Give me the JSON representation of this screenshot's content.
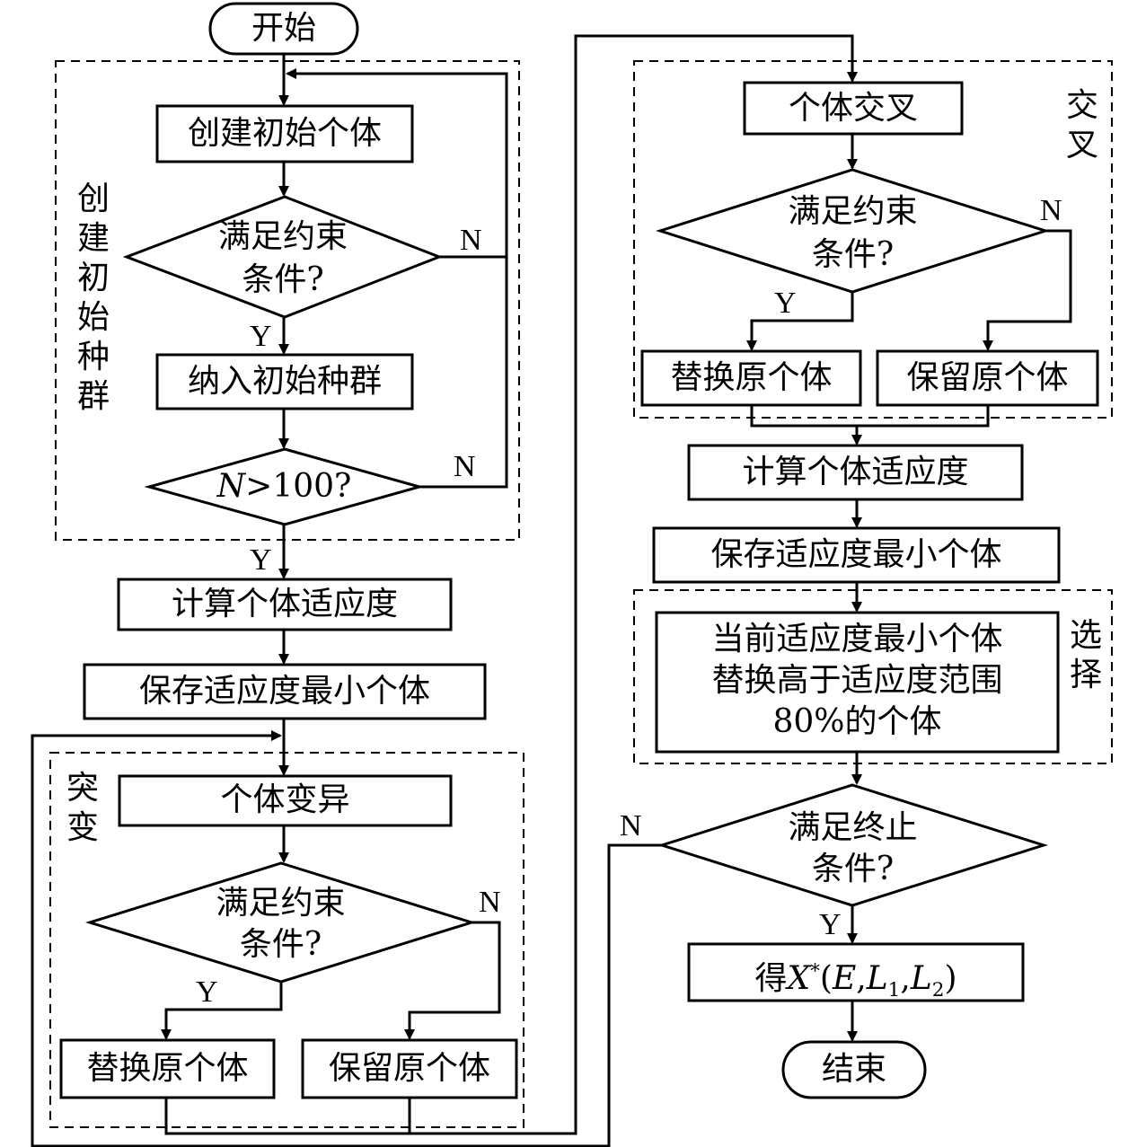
{
  "nodes": {
    "start": "开始",
    "create_individual": "创建初始个体",
    "constraint_1_line1": "满足约束",
    "constraint_1_line2": "条件?",
    "add_population": "纳入初始种群",
    "n_check": ">100?",
    "n_var": "N",
    "fitness_1": "计算个体适应度",
    "save_min_1": "保存适应度最小个体",
    "mutation": "个体变异",
    "constraint_2_line1": "满足约束",
    "constraint_2_line2": "条件?",
    "replace_1": "替换原个体",
    "keep_1": "保留原个体",
    "crossover": "个体交叉",
    "constraint_3_line1": "满足约束",
    "constraint_3_line2": "条件?",
    "replace_2": "替换原个体",
    "keep_2": "保留原个体",
    "fitness_2": "计算个体适应度",
    "save_min_2": "保存适应度最小个体",
    "select_line1": "当前适应度最小个体",
    "select_line2": "替换高于适应度范围",
    "select_line3": "80%的个体",
    "terminate_line1": "满足终止",
    "terminate_line2": "条件?",
    "result_prefix": "得",
    "result_x": "X",
    "result_star": "*",
    "result_open": "(",
    "result_e": "E",
    "result_comma": ",",
    "result_l": "L",
    "result_sub1": "1",
    "result_sub2": "2",
    "result_close": ")",
    "end": "结束"
  },
  "groups": {
    "init": "创建初始种群",
    "mutate": "突变",
    "cross": "交叉",
    "select": "选择"
  },
  "branches": {
    "yes": "Y",
    "no": "N"
  }
}
